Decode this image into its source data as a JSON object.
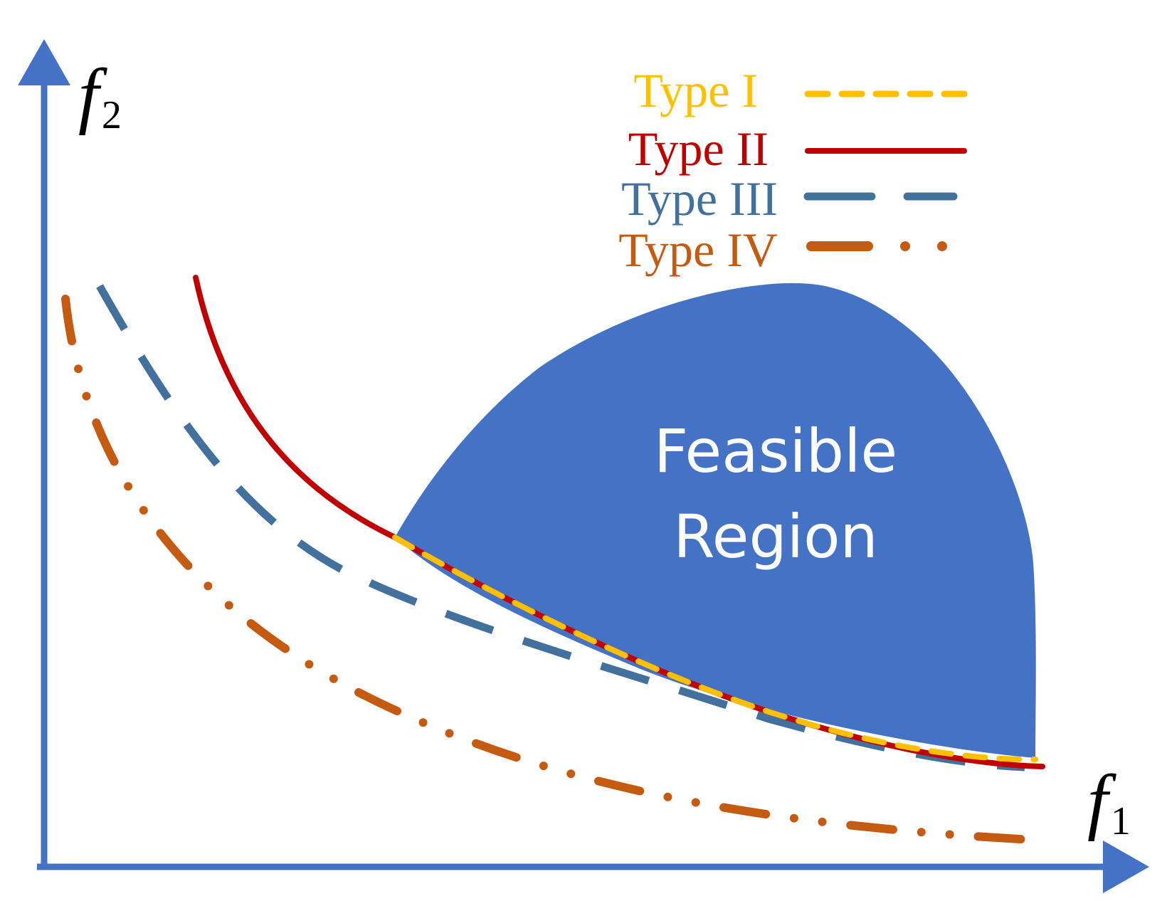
{
  "axes": {
    "x": {
      "variable": "f",
      "subscript": "1"
    },
    "y": {
      "variable": "f",
      "subscript": "2"
    },
    "color": "#4472C4"
  },
  "feasible_region": {
    "line1": "Feasible",
    "line2": "Region",
    "color": "#4472C4"
  },
  "legend": [
    {
      "label": "Type I",
      "color": "#FFC000",
      "style": "short-dash"
    },
    {
      "label": "Type II",
      "color": "#C00000",
      "style": "solid"
    },
    {
      "label": "Type III",
      "color": "#41719C",
      "style": "long-dash"
    },
    {
      "label": "Type IV",
      "color": "#C55A11",
      "style": "dash-dot-dot"
    }
  ]
}
